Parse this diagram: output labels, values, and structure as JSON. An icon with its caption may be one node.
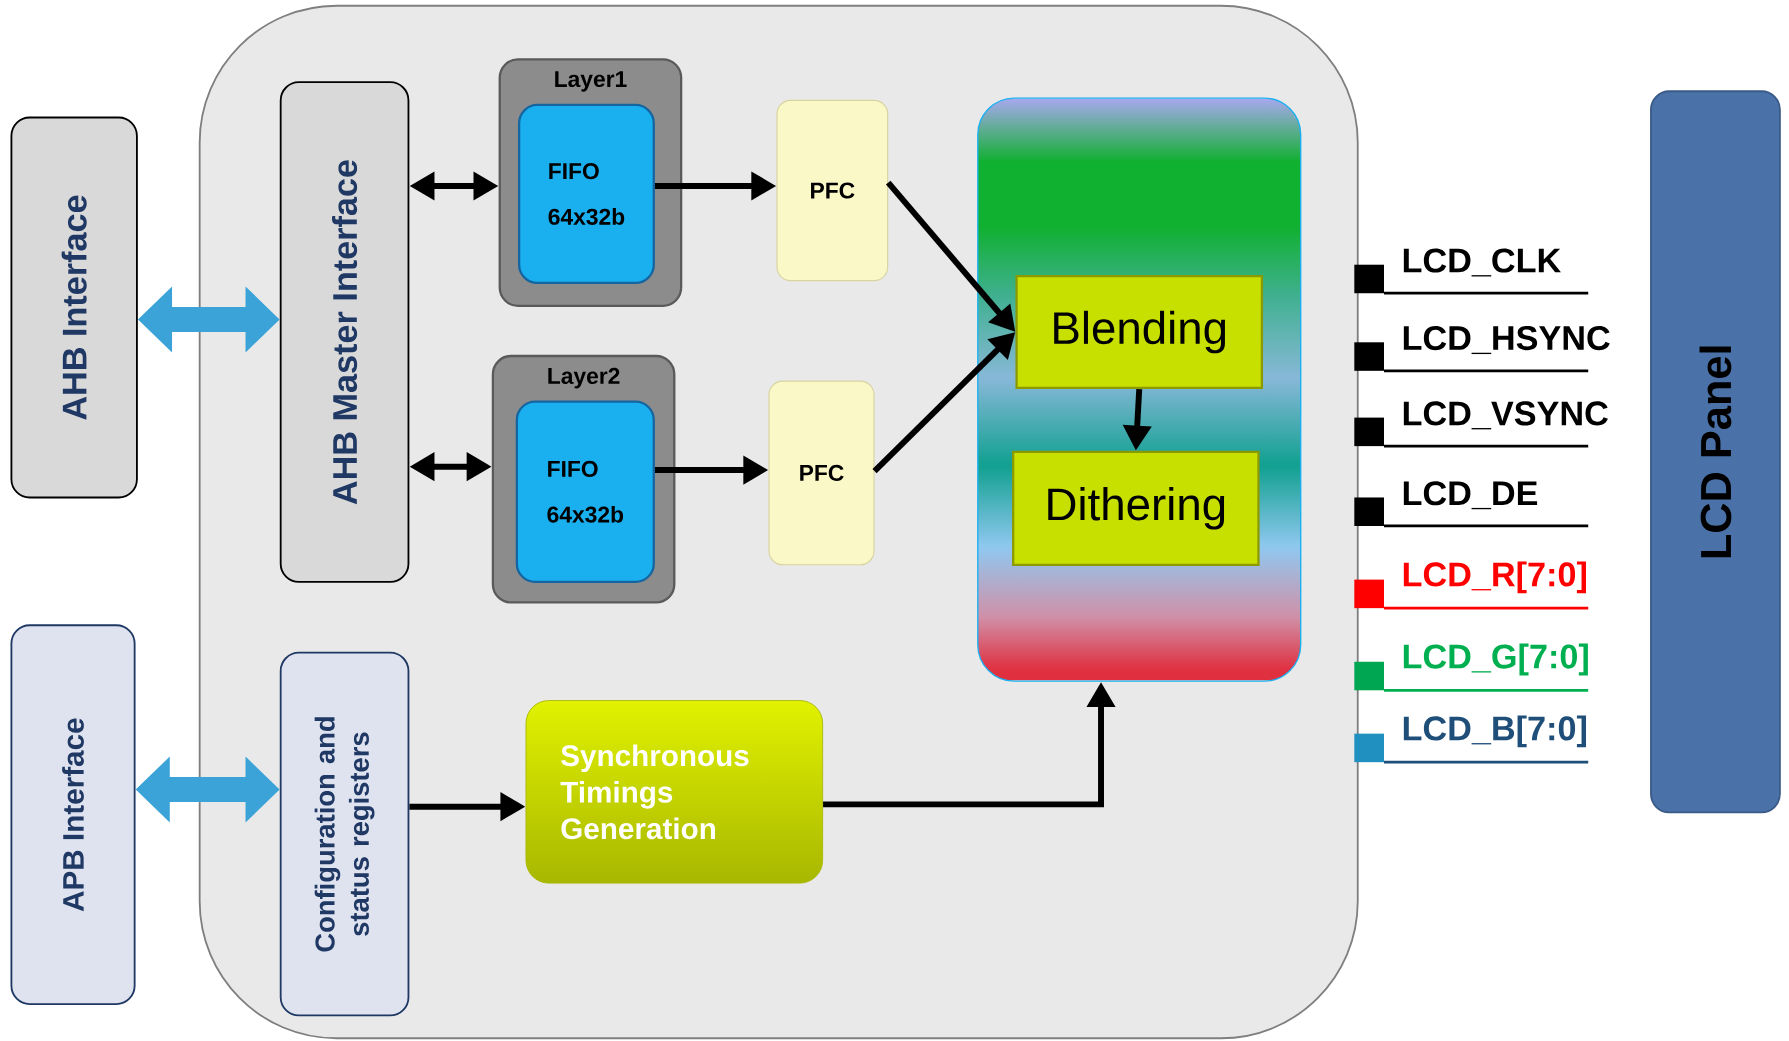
{
  "diagram": {
    "nodes": [
      {
        "text": [
          "AHB Interface"
        ]
      },
      {
        "text": [
          "APB Interface"
        ]
      },
      {
        "text": [],
        "shape": "box"
      },
      {
        "text": [
          "AHB Master Interface"
        ],
        "in": 2
      },
      {
        "text": [
          "Layer1"
        ],
        "in": 2
      },
      {
        "text": [
          "FIFO",
          "64x32b"
        ],
        "in": 4
      },
      {
        "text": [
          "PFC"
        ],
        "in": 2
      },
      {
        "text": [
          "Layer2"
        ],
        "in": 2
      },
      {
        "text": [
          "FIFO",
          "64x32b"
        ],
        "in": 7
      },
      {
        "text": [
          "PFC"
        ],
        "in": 2
      },
      {
        "text": [],
        "shape": "box",
        "in": 2
      },
      {
        "text": [
          "Blending"
        ],
        "in": 10
      },
      {
        "text": [
          "Dithering"
        ],
        "in": 10
      },
      {
        "text": [
          "Configuration and status registers"
        ],
        "in": 2
      },
      {
        "text": [
          "Synchronous Timings Generation"
        ],
        "in": 2
      },
      {
        "text": [
          "LCD  Panel"
        ]
      }
    ],
    "edges": [
      {
        "from": 0,
        "to": 3,
        "arrow": "both",
        "style": "thick",
        "color": "#3ba3d8"
      },
      {
        "from": 1,
        "to": 13,
        "arrow": "both",
        "style": "thick",
        "color": "#3ba3d8"
      },
      {
        "from": 3,
        "to": 4,
        "arrow": "both"
      },
      {
        "from": 3,
        "to": 7,
        "arrow": "both"
      },
      {
        "from": 5,
        "to": 6,
        "arrow": "to"
      },
      {
        "from": 8,
        "to": 9,
        "arrow": "to"
      },
      {
        "from": 6,
        "to": 11,
        "arrow": "to"
      },
      {
        "from": 9,
        "to": 11,
        "arrow": "to"
      },
      {
        "from": 11,
        "to": 12,
        "arrow": "to"
      },
      {
        "from": 13,
        "to": 14,
        "arrow": "to"
      },
      {
        "from": 14,
        "to": 10,
        "arrow": "to"
      }
    ],
    "labels": [
      "LCD_CLK",
      "LCD_HSYNC",
      "LCD_VSYNC",
      "LCD_DE",
      "LCD_R[7:0]",
      "LCD_G[7:0]",
      "LCD_B[7:0]"
    ]
  }
}
